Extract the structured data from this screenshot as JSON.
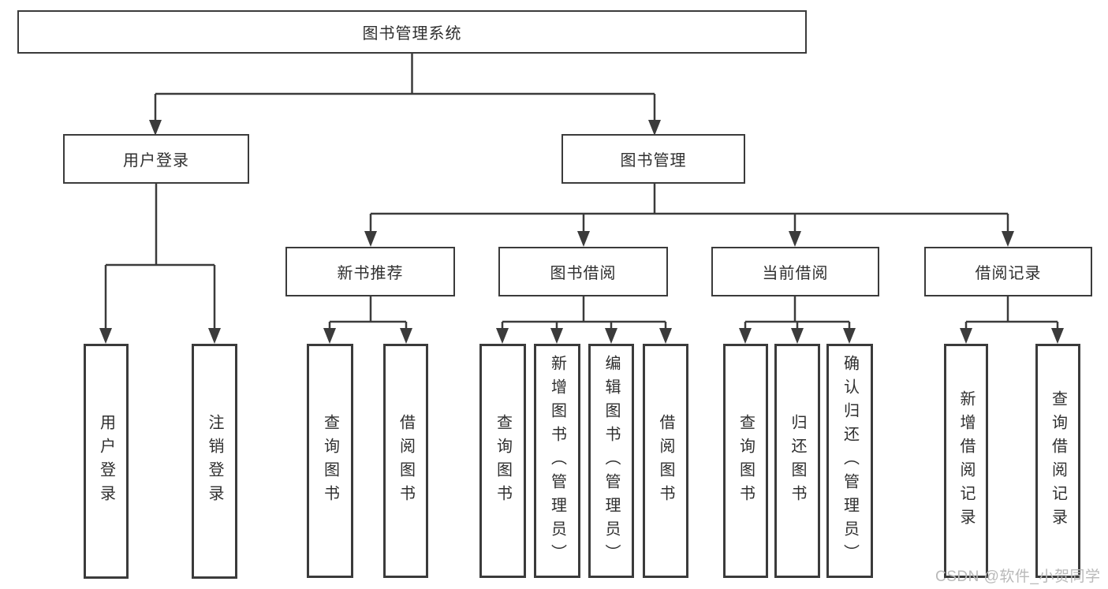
{
  "page": {
    "background_color": "#ffffff",
    "line_color": "#3b3b3b",
    "text_color": "#2f2f2f",
    "watermark_color": "#b9b9b9"
  },
  "diagram": {
    "type": "tree",
    "root": {
      "label": "图书管理系统"
    },
    "login": {
      "label": "用户登录",
      "children": [
        {
          "label": "用户登录"
        },
        {
          "label": "注销登录"
        }
      ]
    },
    "mgmt": {
      "label": "图书管理",
      "sections": [
        {
          "label": "新书推荐",
          "children": [
            {
              "label": "查询图书"
            },
            {
              "label": "借阅图书"
            }
          ]
        },
        {
          "label": "图书借阅",
          "children": [
            {
              "label": "查询图书"
            },
            {
              "label": "新增图书（管理员）"
            },
            {
              "label": "编辑图书（管理员）"
            },
            {
              "label": "借阅图书"
            }
          ]
        },
        {
          "label": "当前借阅",
          "children": [
            {
              "label": "查询图书"
            },
            {
              "label": "归还图书"
            },
            {
              "label": "确认归还（管理员）"
            }
          ]
        },
        {
          "label": "借阅记录",
          "children": [
            {
              "label": "新增借阅记录"
            },
            {
              "label": "查询借阅记录"
            }
          ]
        }
      ]
    }
  },
  "watermark": "CSDN @软件_小贺同学"
}
